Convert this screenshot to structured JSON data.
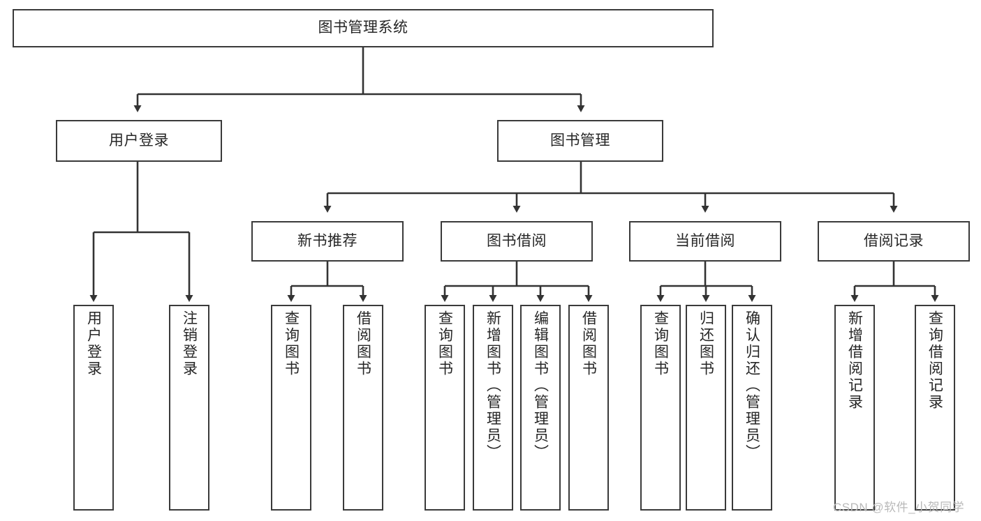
{
  "diagram": {
    "title": "图书管理系统",
    "type": "hierarchy-tree",
    "orientation": "top-down",
    "colors": {
      "node_border": "#3a3a3a",
      "node_fill": "#ffffff",
      "edge": "#333333",
      "text": "#262626",
      "watermark": "#b9b9b9",
      "background": "#ffffff"
    },
    "levels": [
      {
        "level": 1,
        "nodes": [
          {
            "id": "root",
            "label": "图书管理系统",
            "text_direction": "horizontal"
          }
        ]
      },
      {
        "level": 2,
        "nodes": [
          {
            "id": "user-login",
            "label": "用户登录",
            "text_direction": "horizontal",
            "parent": "root"
          },
          {
            "id": "book-management",
            "label": "图书管理",
            "text_direction": "horizontal",
            "parent": "root"
          }
        ]
      },
      {
        "level": 3,
        "nodes": [
          {
            "id": "new-book-recommend",
            "label": "新书推荐",
            "text_direction": "horizontal",
            "parent": "book-management"
          },
          {
            "id": "book-borrow",
            "label": "图书借阅",
            "text_direction": "horizontal",
            "parent": "book-management"
          },
          {
            "id": "current-borrow",
            "label": "当前借阅",
            "text_direction": "horizontal",
            "parent": "book-management"
          },
          {
            "id": "borrow-record",
            "label": "借阅记录",
            "text_direction": "horizontal",
            "parent": "book-management"
          }
        ]
      },
      {
        "level": 4,
        "nodes": [
          {
            "id": "leaf-user-login",
            "label": "用户登录",
            "text_direction": "vertical",
            "parent": "user-login"
          },
          {
            "id": "leaf-logout-login",
            "label": "注销登录",
            "text_direction": "vertical",
            "parent": "user-login"
          },
          {
            "id": "leaf-query-book-1",
            "label": "查询图书",
            "text_direction": "vertical",
            "parent": "new-book-recommend"
          },
          {
            "id": "leaf-borrow-book-1",
            "label": "借阅图书",
            "text_direction": "vertical",
            "parent": "new-book-recommend"
          },
          {
            "id": "leaf-query-book-2",
            "label": "查询图书",
            "text_direction": "vertical",
            "parent": "book-borrow"
          },
          {
            "id": "leaf-add-book-admin",
            "label": "新增图书（管理员）",
            "text_direction": "vertical",
            "parent": "book-borrow"
          },
          {
            "id": "leaf-edit-book-admin",
            "label": "编辑图书（管理员）",
            "text_direction": "vertical",
            "parent": "book-borrow"
          },
          {
            "id": "leaf-borrow-book-2",
            "label": "借阅图书",
            "text_direction": "vertical",
            "parent": "book-borrow"
          },
          {
            "id": "leaf-query-book-3",
            "label": "查询图书",
            "text_direction": "vertical",
            "parent": "current-borrow"
          },
          {
            "id": "leaf-return-book",
            "label": "归还图书",
            "text_direction": "vertical",
            "parent": "current-borrow"
          },
          {
            "id": "leaf-confirm-return-admin",
            "label": "确认归还（管理员）",
            "text_direction": "vertical",
            "parent": "current-borrow"
          },
          {
            "id": "leaf-add-borrow-record",
            "label": "新增借阅记录",
            "text_direction": "vertical",
            "parent": "borrow-record"
          },
          {
            "id": "leaf-query-borrow-record",
            "label": "查询借阅记录",
            "text_direction": "vertical",
            "parent": "borrow-record"
          }
        ]
      }
    ],
    "watermark": "CSDN @软件_小贺同学"
  }
}
